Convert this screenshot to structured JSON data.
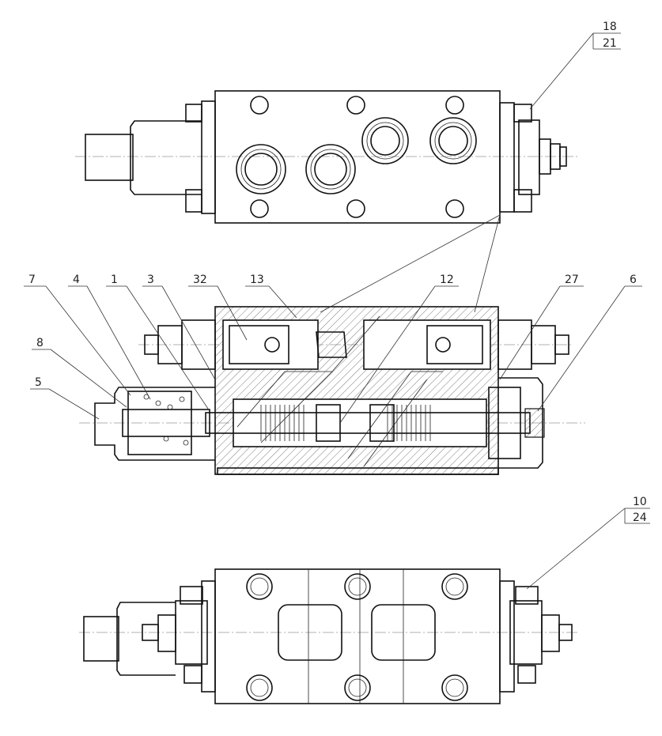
{
  "drawing": {
    "callouts": [
      {
        "id": "c18",
        "text": "18"
      },
      {
        "id": "c21",
        "text": "21"
      },
      {
        "id": "c7",
        "text": "7"
      },
      {
        "id": "c4",
        "text": "4"
      },
      {
        "id": "c1",
        "text": "1"
      },
      {
        "id": "c3",
        "text": "3"
      },
      {
        "id": "c32",
        "text": "32"
      },
      {
        "id": "c13",
        "text": "13"
      },
      {
        "id": "c12",
        "text": "12"
      },
      {
        "id": "c27",
        "text": "27"
      },
      {
        "id": "c6",
        "text": "6"
      },
      {
        "id": "c8",
        "text": "8"
      },
      {
        "id": "c5",
        "text": "5"
      },
      {
        "id": "c10",
        "text": "10"
      },
      {
        "id": "c24",
        "text": "24"
      }
    ]
  }
}
